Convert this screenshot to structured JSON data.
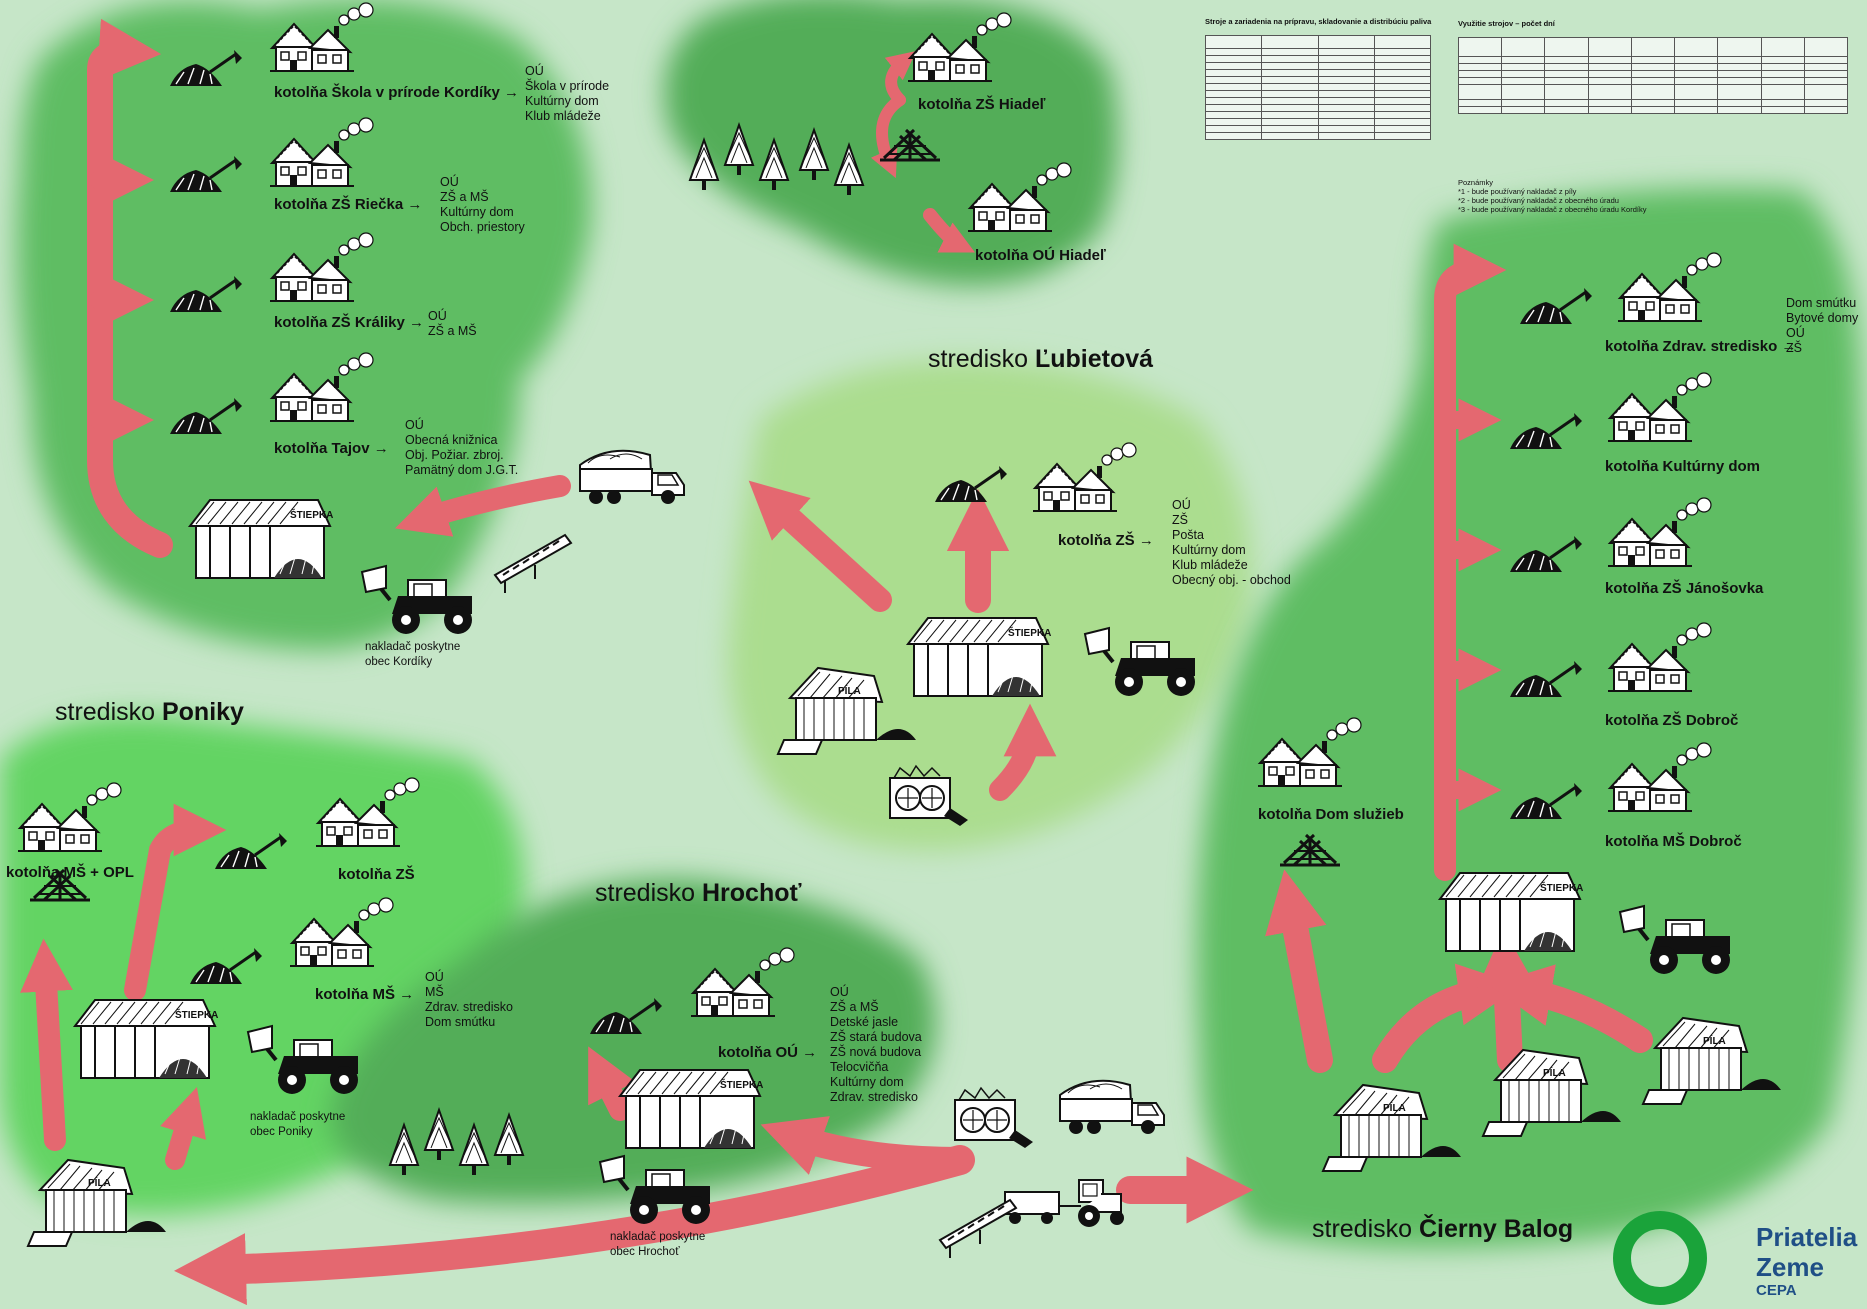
{
  "colors": {
    "background": "#c6e6c8",
    "region_dark": "#52ad58",
    "region_mid": "#5fbd63",
    "region_light": "#abdd8f",
    "region_bright": "#63d463",
    "arrow": "#e46870",
    "logo_ring": "#1aa33a",
    "logo_text": "#1f4f86"
  },
  "icons": [
    "house-icon",
    "woodpile-icon",
    "barn-icon",
    "sawmill-icon",
    "loader-icon",
    "truck-icon",
    "tractor-icon",
    "conveyor-icon",
    "chipper-icon",
    "tree-icon",
    "firewood-icon"
  ],
  "centers": {
    "lubietova": {
      "prefix": "stredisko ",
      "name": "Ľubietová"
    },
    "poniky": {
      "prefix": "stredisko ",
      "name": "Poniky"
    },
    "hrochot": {
      "prefix": "stredisko ",
      "name": "Hrochoť"
    },
    "cierny_balog": {
      "prefix": "stredisko ",
      "name": "Čierny Balog"
    }
  },
  "kordiky": {
    "skola": {
      "label": "kotolňa Škola v prírode Kordíky →",
      "served": [
        "OÚ",
        "Škola v prírode",
        "Kultúrny dom",
        "Klub mládeže"
      ]
    },
    "riecka": {
      "label": "kotolňa ZŠ Riečka →",
      "served": [
        "OÚ",
        "ZŠ a MŠ",
        "Kultúrny dom",
        "Obch. priestory"
      ]
    },
    "kraliky": {
      "label": "kotolňa ZŠ Králiky →",
      "served": [
        "OÚ",
        "ZŠ a MŠ"
      ]
    },
    "tajov": {
      "label": "kotolňa Tajov →",
      "served": [
        "OÚ",
        "Obecná knižnica",
        "Obj. Požiar. zbroj.",
        "Pamätný dom J.G.T."
      ]
    },
    "loader_caption": [
      "nakladač poskytne",
      "obec Kordíky"
    ]
  },
  "hiadel": {
    "zs": "kotolňa ZŠ Hiadeľ",
    "ou": "kotolňa OÚ Hiadeľ"
  },
  "lubietova": {
    "kotolna": "kotolňa ZŠ →",
    "served": [
      "OÚ",
      "ZŠ",
      "Pošta",
      "Kultúrny dom",
      "Klub mládeže",
      "Obecný obj. - obchod"
    ]
  },
  "poniky": {
    "ms_opl": "kotolňa MŠ + OPL",
    "zs": "kotolňa ZŠ",
    "ms": "kotolňa MŠ →",
    "ms_served": [
      "OÚ",
      "MŠ",
      "Zdrav. stredisko",
      "Dom smútku"
    ],
    "loader_caption": [
      "nakladač poskytne",
      "obec Poniky"
    ]
  },
  "hrochot": {
    "kotolna": "kotolňa OÚ →",
    "served": [
      "OÚ",
      "ZŠ a MŠ",
      "Detské jasle",
      "ZŠ stará budova",
      "ZŠ nová budova",
      "Telocvičňa",
      "Kultúrny dom",
      "Zdrav. stredisko"
    ],
    "loader_caption": [
      "nakladač poskytne",
      "obec Hrochoť"
    ]
  },
  "cierny_balog": {
    "zdrav": "kotolňa Zdrav. stredisko →",
    "zdrav_served": [
      "Dom smútku",
      "Bytové domy",
      "OÚ",
      "ZŠ"
    ],
    "kulturny": "kotolňa Kultúrny dom",
    "janosovka": "kotolňa ZŠ Jánošovka",
    "dobroc_zs": "kotolňa ZŠ Dobroč",
    "dobroc_ms": "kotolňa MŠ Dobroč",
    "dom_sluzieb": "kotolňa Dom služieb"
  },
  "tables": {
    "left_title": "Stroje a zariadenia na prípravu, skladovanie a distribúciu paliva",
    "right_title": "Využitie strojov – počet dní",
    "notes": [
      "Poznámky",
      "*1 - bude používaný nakladač z píly",
      "*2 - bude používaný nakladač z obecného úradu",
      "*3 - bude používaný nakladač z obecného úradu Kordíky"
    ]
  },
  "logo": {
    "line1": "Priatelia",
    "line2": "Zeme",
    "line3": "CEPA"
  }
}
